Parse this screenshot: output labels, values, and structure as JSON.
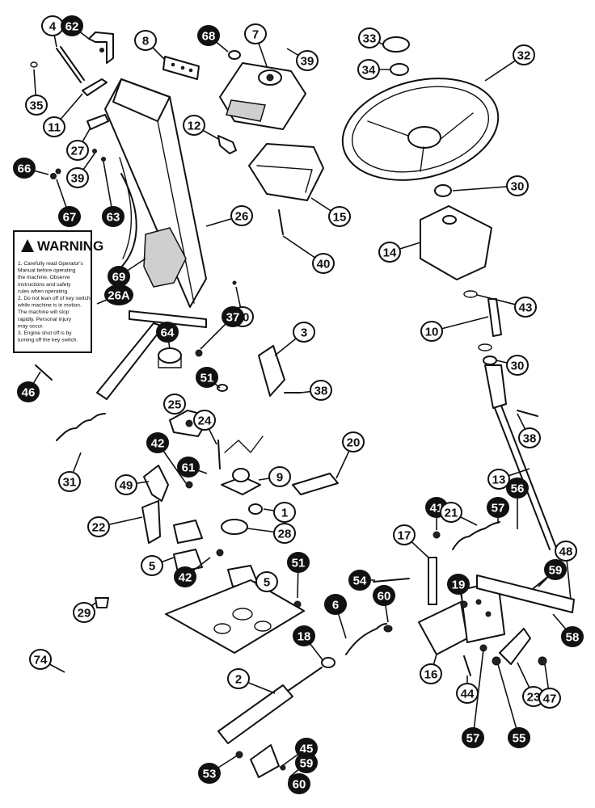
{
  "diagram": {
    "warning_label": {
      "title": "WARNING",
      "lines": [
        "1. Carefully read Operator's",
        "Manual before operating",
        "the machine. Observe",
        "instructions and safety",
        "rules when operating.",
        "2. Do not lean off of key switch",
        "while machine is in motion.",
        "The machine will stop",
        "rapidly. Personal injury",
        "may occur.",
        "3. Engine shut off is by",
        "turning off the key switch."
      ]
    },
    "callouts": [
      {
        "label": "4",
        "style": "open"
      },
      {
        "label": "62",
        "style": "solid"
      },
      {
        "label": "8",
        "style": "open"
      },
      {
        "label": "68",
        "style": "solid"
      },
      {
        "label": "7",
        "style": "open"
      },
      {
        "label": "39",
        "style": "open"
      },
      {
        "label": "33",
        "style": "open"
      },
      {
        "label": "34",
        "style": "open"
      },
      {
        "label": "32",
        "style": "open"
      },
      {
        "label": "35",
        "style": "open"
      },
      {
        "label": "11",
        "style": "open"
      },
      {
        "label": "27",
        "style": "open"
      },
      {
        "label": "12",
        "style": "open"
      },
      {
        "label": "66",
        "style": "solid"
      },
      {
        "label": "39",
        "style": "open"
      },
      {
        "label": "67",
        "style": "solid"
      },
      {
        "label": "63",
        "style": "solid"
      },
      {
        "label": "15",
        "style": "open"
      },
      {
        "label": "30",
        "style": "open"
      },
      {
        "label": "26",
        "style": "open"
      },
      {
        "label": "14",
        "style": "open"
      },
      {
        "label": "40",
        "style": "open"
      },
      {
        "label": "69",
        "style": "solid"
      },
      {
        "label": "26A",
        "style": "solid"
      },
      {
        "label": "70",
        "style": "open"
      },
      {
        "label": "43",
        "style": "open"
      },
      {
        "label": "10",
        "style": "open"
      },
      {
        "label": "30",
        "style": "open"
      },
      {
        "label": "37",
        "style": "solid"
      },
      {
        "label": "64",
        "style": "solid"
      },
      {
        "label": "3",
        "style": "open"
      },
      {
        "label": "46",
        "style": "solid"
      },
      {
        "label": "51",
        "style": "solid"
      },
      {
        "label": "38",
        "style": "open"
      },
      {
        "label": "38",
        "style": "open"
      },
      {
        "label": "25",
        "style": "open"
      },
      {
        "label": "24",
        "style": "open"
      },
      {
        "label": "20",
        "style": "open"
      },
      {
        "label": "42",
        "style": "solid"
      },
      {
        "label": "31",
        "style": "open"
      },
      {
        "label": "61",
        "style": "solid"
      },
      {
        "label": "9",
        "style": "open"
      },
      {
        "label": "13",
        "style": "open"
      },
      {
        "label": "49",
        "style": "open"
      },
      {
        "label": "1",
        "style": "open"
      },
      {
        "label": "56",
        "style": "solid"
      },
      {
        "label": "41",
        "style": "solid"
      },
      {
        "label": "57",
        "style": "solid"
      },
      {
        "label": "21",
        "style": "open"
      },
      {
        "label": "22",
        "style": "open"
      },
      {
        "label": "28",
        "style": "open"
      },
      {
        "label": "17",
        "style": "open"
      },
      {
        "label": "48",
        "style": "open"
      },
      {
        "label": "5",
        "style": "open"
      },
      {
        "label": "42",
        "style": "solid"
      },
      {
        "label": "59",
        "style": "solid"
      },
      {
        "label": "51",
        "style": "solid"
      },
      {
        "label": "5",
        "style": "open"
      },
      {
        "label": "54",
        "style": "solid"
      },
      {
        "label": "19",
        "style": "solid"
      },
      {
        "label": "29",
        "style": "open"
      },
      {
        "label": "6",
        "style": "solid"
      },
      {
        "label": "60",
        "style": "solid"
      },
      {
        "label": "58",
        "style": "solid"
      },
      {
        "label": "18",
        "style": "solid"
      },
      {
        "label": "74",
        "style": "open"
      },
      {
        "label": "16",
        "style": "open"
      },
      {
        "label": "23",
        "style": "open"
      },
      {
        "label": "2",
        "style": "open"
      },
      {
        "label": "44",
        "style": "open"
      },
      {
        "label": "47",
        "style": "open"
      },
      {
        "label": "45",
        "style": "solid"
      },
      {
        "label": "59",
        "style": "solid"
      },
      {
        "label": "53",
        "style": "solid"
      },
      {
        "label": "60",
        "style": "solid"
      },
      {
        "label": "57",
        "style": "solid"
      },
      {
        "label": "55",
        "style": "solid"
      }
    ]
  }
}
